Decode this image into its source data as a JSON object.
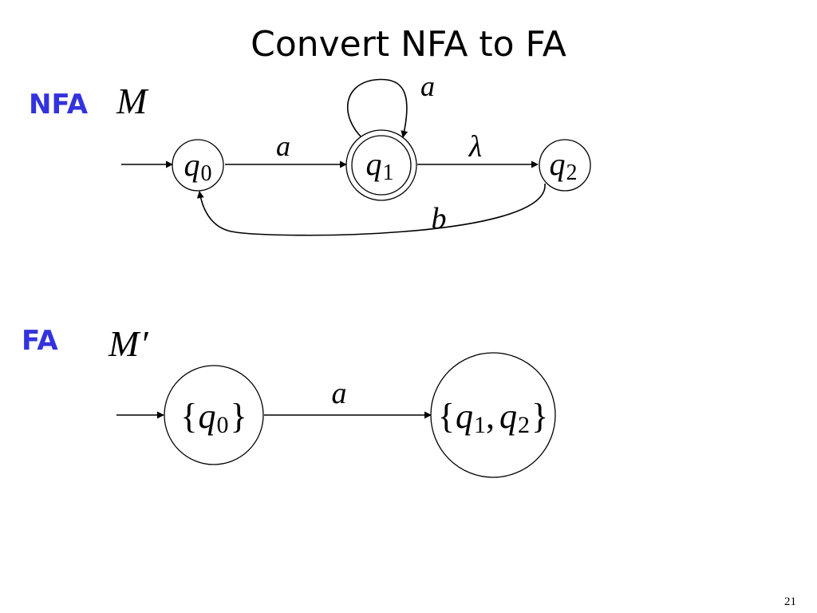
{
  "slide": {
    "title": "Convert NFA to FA",
    "page_number": "21",
    "accent_color": "#3333dd"
  },
  "nfa": {
    "tag": "NFA",
    "machine_name": "M",
    "states": [
      {
        "base": "q",
        "sub": "0",
        "start": true,
        "accepting": false
      },
      {
        "base": "q",
        "sub": "1",
        "start": false,
        "accepting": true
      },
      {
        "base": "q",
        "sub": "2",
        "start": false,
        "accepting": false
      }
    ],
    "transitions": [
      {
        "from": "q0",
        "to": "q1",
        "label": "a"
      },
      {
        "from": "q1",
        "to": "q1",
        "label": "a"
      },
      {
        "from": "q1",
        "to": "q2",
        "label": "λ"
      },
      {
        "from": "q2",
        "to": "q0",
        "label": "b"
      }
    ]
  },
  "fa": {
    "tag": "FA",
    "machine_name": "M",
    "machine_prime": "′",
    "states": [
      {
        "label_parts": [
          "{",
          "q",
          "0",
          "}"
        ],
        "start": true
      },
      {
        "label_parts": [
          "{",
          "q",
          "1",
          ",",
          "q",
          "2",
          "}"
        ],
        "start": false
      }
    ],
    "transitions": [
      {
        "from": "{q0}",
        "to": "{q1,q2}",
        "label": "a"
      }
    ]
  }
}
